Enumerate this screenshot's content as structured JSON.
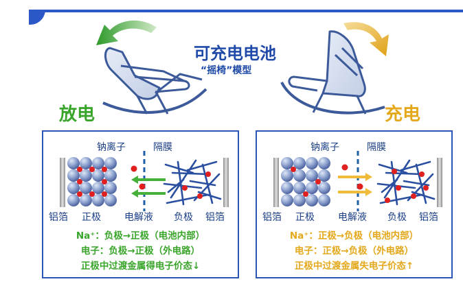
{
  "title": "可充电电池",
  "subtitle": "“摇椅”模型",
  "discharge": {
    "title": "放电",
    "sodium_ion_label": "钠离子",
    "membrane_label": "隔膜",
    "bottom_labels": [
      "铝箔",
      "正极",
      "电解液",
      "负极",
      "铝箔"
    ],
    "line1": "Na⁺：负极→正极（电池内部）",
    "line2": "电子：负极→正极（外电路）",
    "line3": "正极中过渡金属得电子价态↓"
  },
  "charge": {
    "title": "充电",
    "sodium_ion_label": "钠离子",
    "membrane_label": "隔膜",
    "bottom_labels": [
      "铝箔",
      "正极",
      "电解液",
      "负极",
      "铝箔"
    ],
    "line1": "Na⁺：正极→负极（电池内部）",
    "line2": "电子：正极→负极（外电路）",
    "line3": "正极中过渡金属失电子价态↑"
  },
  "colors": {
    "frame_blue": "#2b56b8",
    "discharge_green": "#3aa52b",
    "charge_gold": "#e3a81b",
    "sodium_red": "#e01f1f"
  }
}
